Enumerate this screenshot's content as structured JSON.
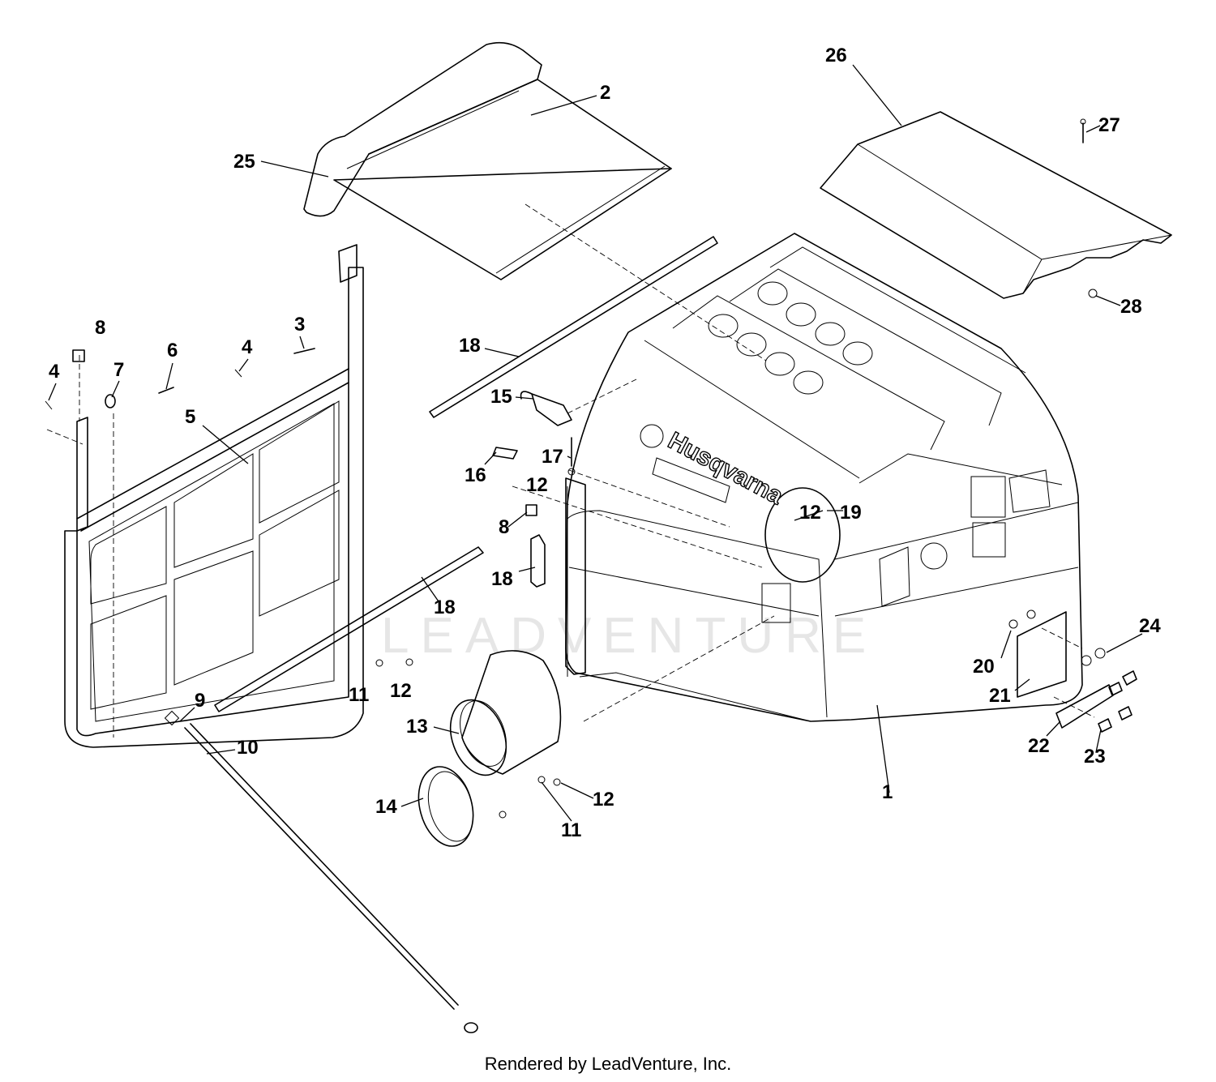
{
  "watermark": "LEADVENTURE",
  "brand_text": "Husqvarna",
  "footer": "Rendered by LeadVenture, Inc.",
  "callouts": [
    "1",
    "2",
    "3",
    "4",
    "4",
    "5",
    "6",
    "7",
    "8",
    "8",
    "9",
    "10",
    "11",
    "11",
    "12",
    "12",
    "12",
    "12",
    "13",
    "14",
    "15",
    "16",
    "17",
    "18",
    "18",
    "18",
    "19",
    "20",
    "21",
    "22",
    "23",
    "24",
    "25",
    "26",
    "27",
    "28"
  ]
}
